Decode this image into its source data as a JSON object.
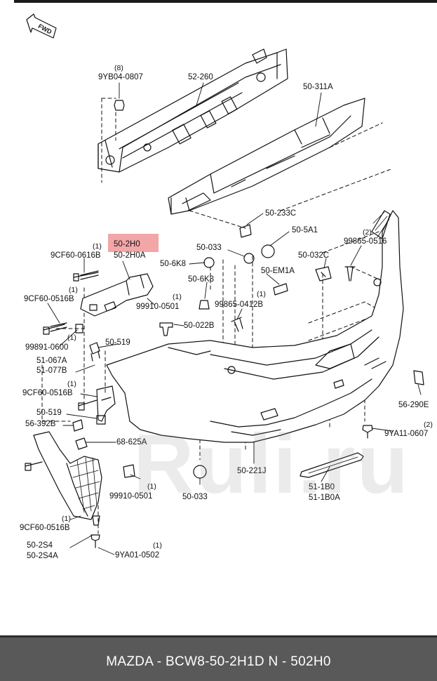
{
  "diagram": {
    "fwd_label": "FWD",
    "parts": {
      "p_9yb04": "9YB04-0807",
      "p_9yb04_qty": "(8)",
      "p_52_260": "52-260",
      "p_50_311a": "50-311A",
      "p_50_233c": "50-233C",
      "p_50_5a1": "50-5A1",
      "p_50_2h0": "50-2H0",
      "p_50_2h0a": "50-2H0A",
      "p_9cf60_0616b": "9CF60-0616B",
      "p_9cf60_0616b_qty": "(1)",
      "p_50_033_top": "50-033",
      "p_99865_0516": "99865-0516",
      "p_99865_0516_qty": "(2)",
      "p_50_032c": "50-032C",
      "p_50_6k8_a": "50-6K8",
      "p_50_em1a": "50-EM1A",
      "p_50_6k8_b": "50-6K8",
      "p_9cf60_0516b_top": "9CF60-0516B",
      "p_9cf60_0516b_top_qty": "(1)",
      "p_99910_0501_top": "99910-0501",
      "p_99910_0501_top_qty": "(1)",
      "p_99865_0412b": "99865-0412B",
      "p_99865_0412b_qty": "(1)",
      "p_50_022b": "50-022B",
      "p_99891_0600": "99891-0600",
      "p_99891_0600_qty": "(1)",
      "p_50_519_a": "50-519",
      "p_51_067a": "51-067A",
      "p_51_077b": "51-077B",
      "p_9cf60_0516b_mid": "9CF60-0516B",
      "p_9cf60_0516b_mid_qty": "(1)",
      "p_50_519_b": "50-519",
      "p_56_392b": "56-392B",
      "p_68_625a": "68-625A",
      "p_56_290e": "56-290E",
      "p_9ya11_0607": "9YA11-0607",
      "p_9ya11_0607_qty": "(2)",
      "p_50_221j": "50-221J",
      "p_99910_0501_bot": "99910-0501",
      "p_99910_0501_bot_qty": "(1)",
      "p_50_033_bot": "50-033",
      "p_51_1b0": "51-1B0",
      "p_51_1b0a": "51-1B0A",
      "p_9cf60_0516b_bot": "9CF60-0516B",
      "p_9cf60_0516b_bot_qty": "(1)",
      "p_50_2s4": "50-2S4",
      "p_50_2s4a": "50-2S4A",
      "p_9ya01_0502": "9YA01-0502",
      "p_9ya01_0502_qty": "(1)"
    },
    "highlight_color": "#f2a6a8"
  },
  "watermark": "Ruli.ru",
  "footer": {
    "text": "MAZDA - BCW8-50-2H1D      N - 502H0",
    "background": "#595959"
  }
}
